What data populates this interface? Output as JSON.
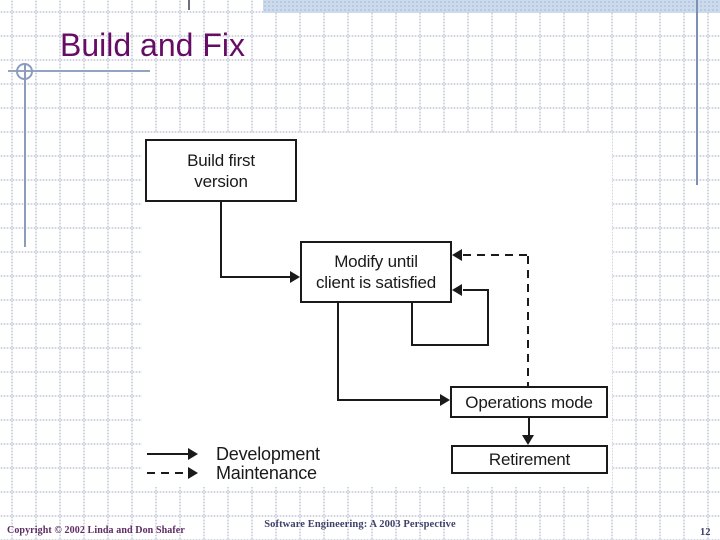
{
  "title": "Build and Fix",
  "diagram": {
    "boxes": {
      "build": {
        "line1": "Build first",
        "line2": "version"
      },
      "modify": {
        "line1": "Modify until",
        "line2": "client is satisfied"
      },
      "operations": {
        "label": "Operations mode"
      },
      "retirement": {
        "label": "Retirement"
      }
    },
    "legend": {
      "development": "Development",
      "maintenance": "Maintenance"
    }
  },
  "footer": {
    "copyright": "Copyright © 2002 Linda and Don Shafer",
    "book": "Software Engineering: A 2003 Perspective",
    "page": "12"
  },
  "colors": {
    "title": "#660c66",
    "accent_rule": "#8b9cbd",
    "top_band": "#ccdaec",
    "diagram_ink": "#1a1a1a",
    "footer_left": "#5e2b63",
    "footer_right": "#3e4169"
  }
}
